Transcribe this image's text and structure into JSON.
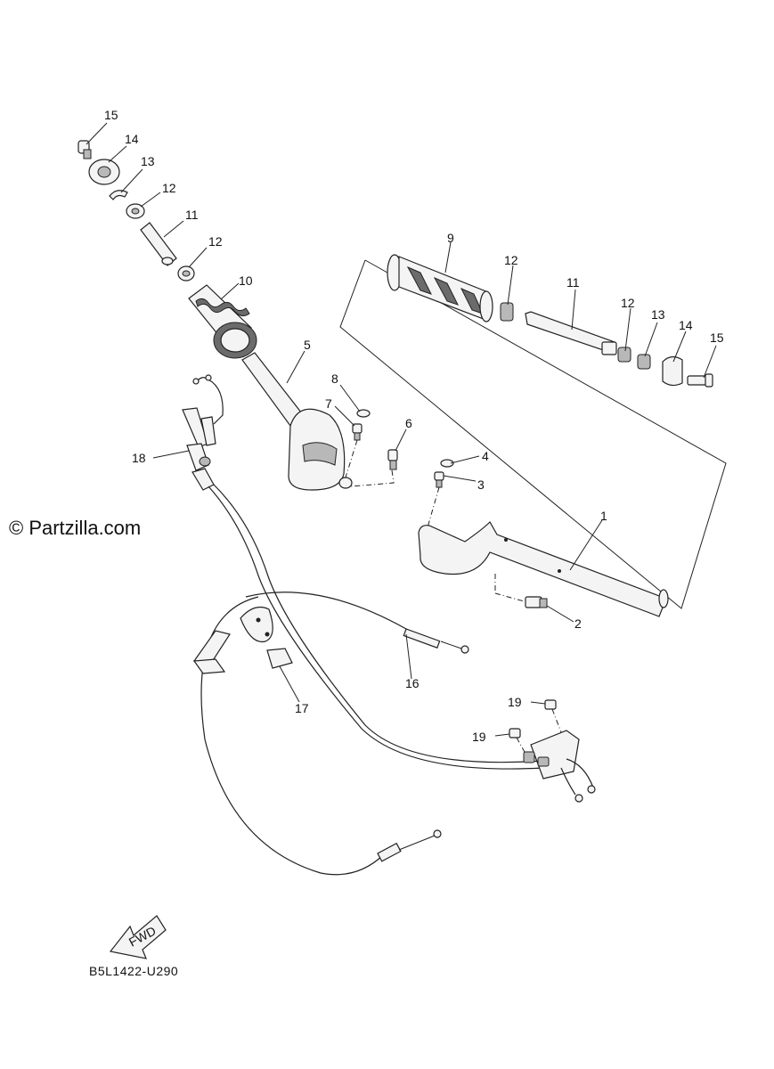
{
  "watermark": "© Partzilla.com",
  "diagram_code": "B5L1422-U290",
  "fwd_label": "FWD",
  "callouts": {
    "c15a": "15",
    "c14a": "14",
    "c13a": "13",
    "c12a": "12",
    "c11a": "11",
    "c12b": "12",
    "c10": "10",
    "c9": "9",
    "c12c": "12",
    "c11b": "11",
    "c12d": "12",
    "c13b": "13",
    "c14b": "14",
    "c15b": "15",
    "c5": "5",
    "c8": "8",
    "c7": "7",
    "c6": "6",
    "c4": "4",
    "c3": "3",
    "c18": "18",
    "c1": "1",
    "c2": "2",
    "c16": "16",
    "c17": "17",
    "c19a": "19",
    "c19b": "19"
  }
}
